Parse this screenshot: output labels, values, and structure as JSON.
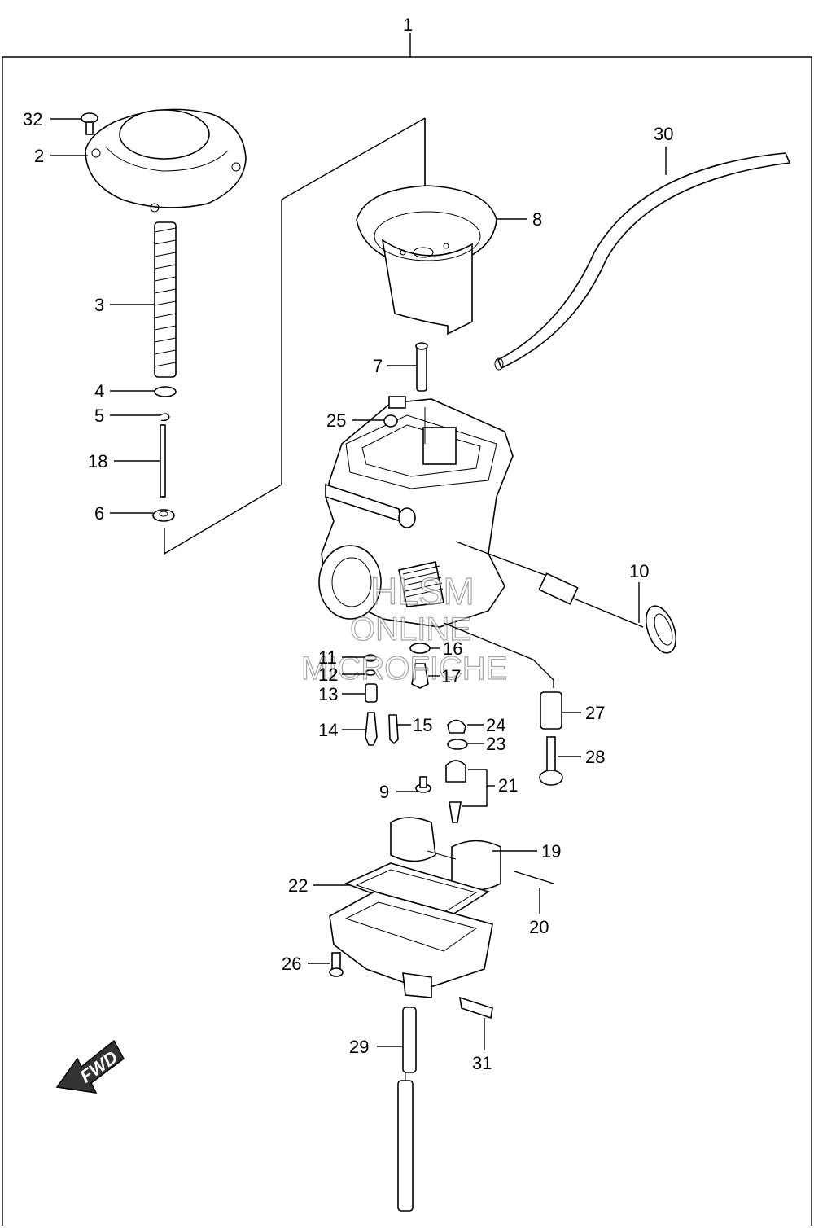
{
  "callouts": {
    "p1": "1",
    "p2": "2",
    "p3": "3",
    "p4": "4",
    "p5": "5",
    "p6": "6",
    "p7": "7",
    "p8": "8",
    "p9": "9",
    "p10": "10",
    "p11": "11",
    "p12": "12",
    "p13": "13",
    "p14": "14",
    "p15": "15",
    "p16": "16",
    "p17": "17",
    "p18": "18",
    "p19": "19",
    "p20": "20",
    "p21": "21",
    "p22": "22",
    "p23": "23",
    "p24": "24",
    "p25": "25",
    "p26": "26",
    "p27": "27",
    "p28": "28",
    "p29": "29",
    "p30": "30",
    "p31": "31",
    "p32": "32"
  },
  "watermark": {
    "line1": "HLSM",
    "line2": "ONLINE",
    "line3": "MICROFICHE"
  },
  "fwd_label": "FWD"
}
